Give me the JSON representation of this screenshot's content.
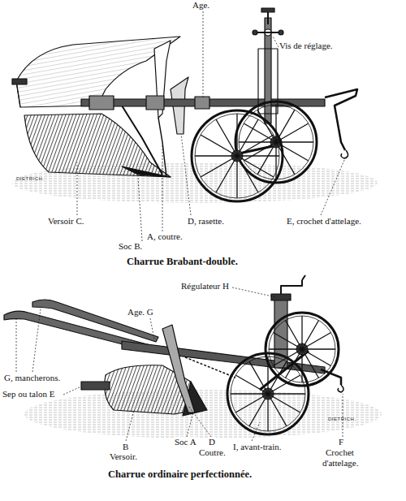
{
  "diagram": {
    "labels": [
      "Age.",
      "Vis de réglage.",
      "Versoir C.",
      "D, rasette.",
      "E, crochet d'attelage.",
      "A, coutre.",
      "Soc B.",
      "Charrue Brabant-double.",
      "Régulateur H",
      "Age. G",
      "G, mancherons.",
      "Sep ou talon E",
      "B",
      "Versoir.",
      "Soc A",
      "D",
      "Coutre.",
      "I, avant-train.",
      "F",
      "Crochet",
      "d'attelage.",
      "Charrue ordinaire perfectionnée.",
      "DIETRICH.",
      "DIETRICH."
    ]
  }
}
